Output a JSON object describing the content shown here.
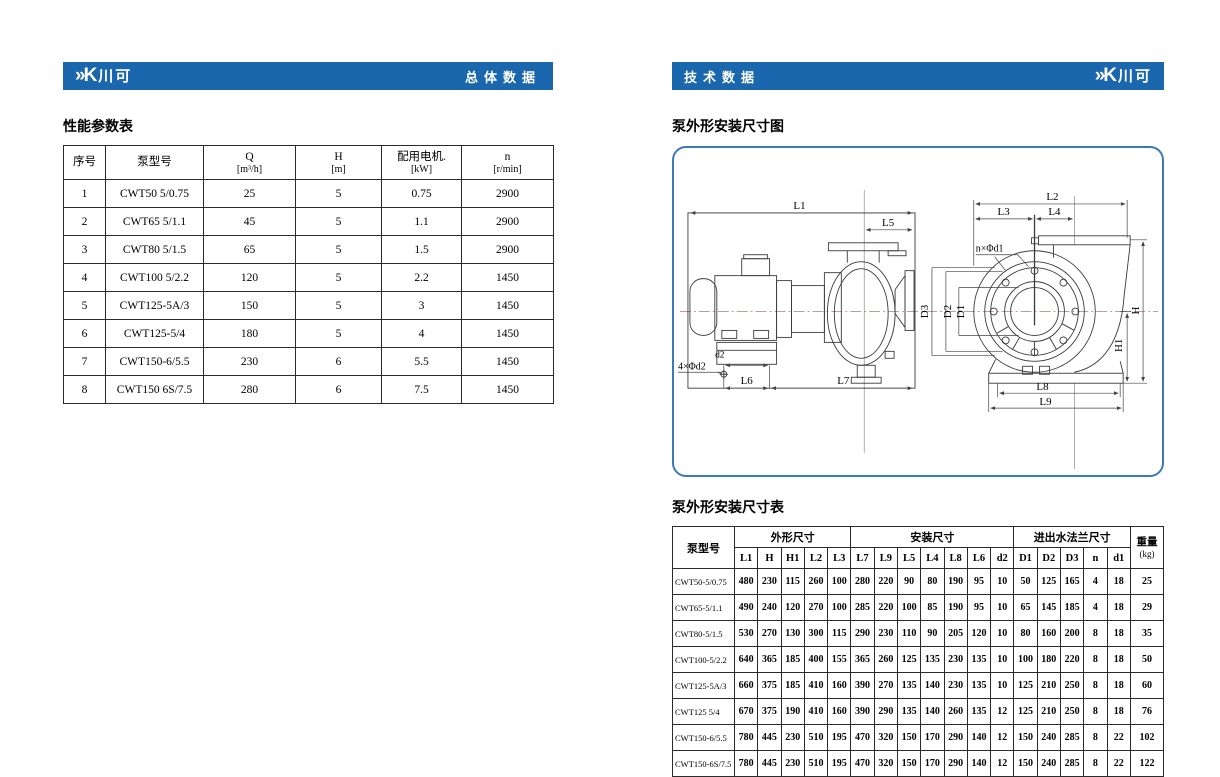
{
  "colors": {
    "header_blue": "#1b67ad",
    "diagram_border": "#3c79b8",
    "centerline_pink": "#c79a9a",
    "line_dark": "#3a3a3a"
  },
  "brand": {
    "mark": "»K",
    "name": "川可"
  },
  "left_page": {
    "header_title": "总体数据",
    "section_title": "性能参数表",
    "table": {
      "headers": [
        {
          "line1": "序号",
          "line2": ""
        },
        {
          "line1": "泵型号",
          "line2": ""
        },
        {
          "line1": "Q",
          "line2": "[m³/h]"
        },
        {
          "line1": "H",
          "line2": "[m]"
        },
        {
          "line1": "配用电机.",
          "line2": "[kW]"
        },
        {
          "line1": "n",
          "line2": "[r/min]"
        }
      ],
      "rows": [
        [
          "1",
          "CWT50 5/0.75",
          "25",
          "5",
          "0.75",
          "2900"
        ],
        [
          "2",
          "CWT65 5/1.1",
          "45",
          "5",
          "1.1",
          "2900"
        ],
        [
          "3",
          "CWT80 5/1.5",
          "65",
          "5",
          "1.5",
          "2900"
        ],
        [
          "4",
          "CWT100 5/2.2",
          "120",
          "5",
          "2.2",
          "1450"
        ],
        [
          "5",
          "CWT125-5A/3",
          "150",
          "5",
          "3",
          "1450"
        ],
        [
          "6",
          "CWT125-5/4",
          "180",
          "5",
          "4",
          "1450"
        ],
        [
          "7",
          "CWT150-6/5.5",
          "230",
          "6",
          "5.5",
          "1450"
        ],
        [
          "8",
          "CWT150 6S/7.5",
          "280",
          "6",
          "7.5",
          "1450"
        ]
      ]
    }
  },
  "right_page": {
    "header_title": "技术数据",
    "diagram_title": "泵外形安装尺寸图",
    "diagram": {
      "labels": {
        "L1": "L1",
        "L5": "L5",
        "L6": "L6",
        "L7": "L7",
        "d2": "d2",
        "side_bolts": "4×Φd2",
        "L2": "L2",
        "L3": "L3",
        "L4": "L4",
        "front_bolts": "n×Φd1",
        "D1": "D1",
        "D2": "D2",
        "D3": "D3",
        "H": "H",
        "H1": "H1",
        "L8": "L8",
        "L9": "L9"
      }
    },
    "table_title": "泵外形安装尺寸表",
    "table": {
      "model_header": "泵型号",
      "groups": [
        {
          "label": "外形尺寸",
          "span": 5
        },
        {
          "label": "安装尺寸",
          "span": 7
        },
        {
          "label": "进出水法兰尺寸",
          "span": 5
        }
      ],
      "weight_header": {
        "line1": "重量",
        "line2": "(kg)"
      },
      "sub_headers": [
        "L1",
        "H",
        "H1",
        "L2",
        "L3",
        "L7",
        "L9",
        "L5",
        "L4",
        "L8",
        "L6",
        "d2",
        "D1",
        "D2",
        "D3",
        "n",
        "d1"
      ],
      "rows": [
        [
          "CWT50-5/0.75",
          "480",
          "230",
          "115",
          "260",
          "100",
          "280",
          "220",
          "90",
          "80",
          "190",
          "95",
          "10",
          "50",
          "125",
          "165",
          "4",
          "18",
          "25"
        ],
        [
          "CWT65-5/1.1",
          "490",
          "240",
          "120",
          "270",
          "100",
          "285",
          "220",
          "100",
          "85",
          "190",
          "95",
          "10",
          "65",
          "145",
          "185",
          "4",
          "18",
          "29"
        ],
        [
          "CWT80-5/1.5",
          "530",
          "270",
          "130",
          "300",
          "115",
          "290",
          "230",
          "110",
          "90",
          "205",
          "120",
          "10",
          "80",
          "160",
          "200",
          "8",
          "18",
          "35"
        ],
        [
          "CWT100-5/2.2",
          "640",
          "365",
          "185",
          "400",
          "155",
          "365",
          "260",
          "125",
          "135",
          "230",
          "135",
          "10",
          "100",
          "180",
          "220",
          "8",
          "18",
          "50"
        ],
        [
          "CWT125-5A/3",
          "660",
          "375",
          "185",
          "410",
          "160",
          "390",
          "270",
          "135",
          "140",
          "230",
          "135",
          "10",
          "125",
          "210",
          "250",
          "8",
          "18",
          "60"
        ],
        [
          "CWT125 5/4",
          "670",
          "375",
          "190",
          "410",
          "160",
          "390",
          "290",
          "135",
          "140",
          "260",
          "135",
          "12",
          "125",
          "210",
          "250",
          "8",
          "18",
          "76"
        ],
        [
          "CWT150-6/5.5",
          "780",
          "445",
          "230",
          "510",
          "195",
          "470",
          "320",
          "150",
          "170",
          "290",
          "140",
          "12",
          "150",
          "240",
          "285",
          "8",
          "22",
          "102"
        ],
        [
          "CWT150-6S/7.5",
          "780",
          "445",
          "230",
          "510",
          "195",
          "470",
          "320",
          "150",
          "170",
          "290",
          "140",
          "12",
          "150",
          "240",
          "285",
          "8",
          "22",
          "122"
        ]
      ]
    }
  }
}
